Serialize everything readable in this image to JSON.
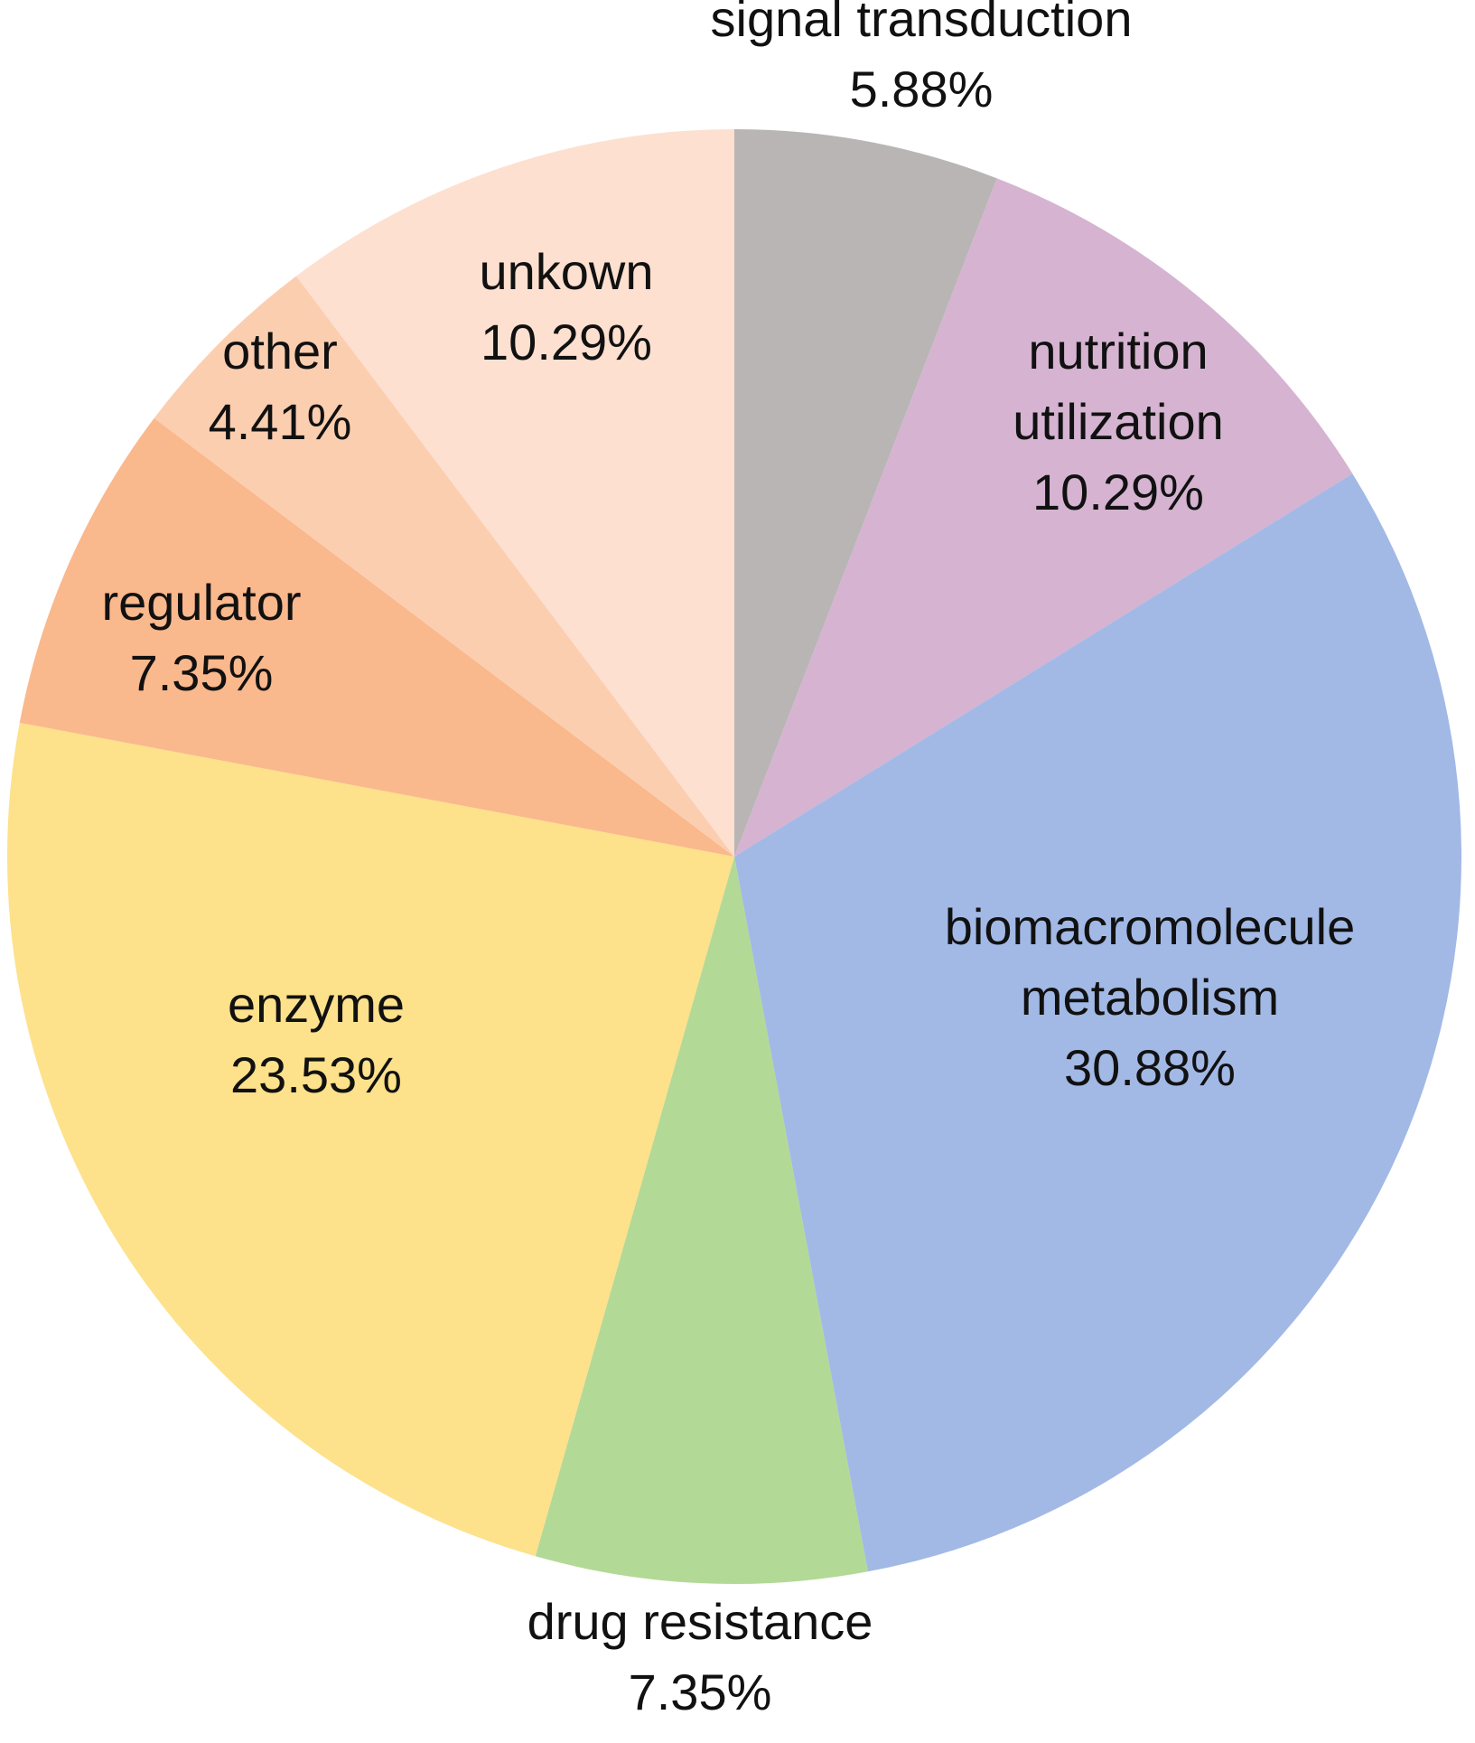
{
  "chart_data": {
    "type": "pie",
    "start_angle": "12 o'clock",
    "direction": "clockwise",
    "slices": [
      {
        "label": [
          "signal transduction"
        ],
        "percent_text": "5.88%",
        "value": 5.88,
        "color": "#b9b5b5"
      },
      {
        "label": [
          "nutrition",
          "utilization"
        ],
        "percent_text": "10.29%",
        "value": 10.29,
        "color": "#d5b3d1"
      },
      {
        "label": [
          "biomacromolecule",
          "metabolism"
        ],
        "percent_text": "30.88%",
        "value": 30.88,
        "color": "#a2b9e6"
      },
      {
        "label": [
          "drug resistance"
        ],
        "percent_text": "7.35%",
        "value": 7.35,
        "color": "#b3d996"
      },
      {
        "label": [
          "enzyme"
        ],
        "percent_text": "23.53%",
        "value": 23.53,
        "color": "#fde18b"
      },
      {
        "label": [
          "regulator"
        ],
        "percent_text": "7.35%",
        "value": 7.35,
        "color": "#fab88d"
      },
      {
        "label": [
          "other"
        ],
        "percent_text": "4.41%",
        "value": 4.41,
        "color": "#fcceb0"
      },
      {
        "label": [
          "unkown"
        ],
        "percent_text": "10.29%",
        "value": 10.29,
        "color": "#fde0d0"
      }
    ]
  }
}
